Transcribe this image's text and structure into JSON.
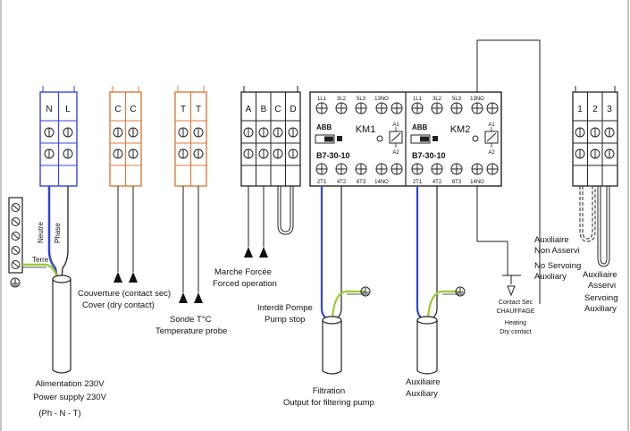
{
  "terminals": {
    "power": [
      "N",
      "L"
    ],
    "cover": [
      "C",
      "C"
    ],
    "temp": [
      "T",
      "T"
    ],
    "control": [
      "A",
      "B",
      "C",
      "D"
    ],
    "aux": [
      "1",
      "2",
      "3"
    ]
  },
  "contactors": {
    "km1": {
      "name": "KM1",
      "brand": "ABB",
      "model": "B7-30-10",
      "top": [
        "1L1",
        "3L2",
        "5L3",
        "13NO"
      ],
      "bottom": [
        "2T1",
        "4T2",
        "6T3",
        "14NO"
      ],
      "a1": "A1",
      "a2": "A2"
    },
    "km2": {
      "name": "KM2",
      "brand": "ABB",
      "model": "B7-30-10",
      "top": [
        "1L1",
        "3L2",
        "5L3",
        "13NO"
      ],
      "bottom": [
        "2T1",
        "4T2",
        "6T3",
        "14NO"
      ],
      "a1": "A1",
      "a2": "A2"
    }
  },
  "wires": {
    "neutre": "Neutre",
    "phase": "Phase",
    "terre": "Terre"
  },
  "labels": {
    "power_fr": "Alimentation 230V",
    "power_en": "Power supply 230V",
    "power_phases": "(Ph - N - T)",
    "cover_fr": "Couverture (contact sec)",
    "cover_en": "Cover (dry contact)",
    "probe_fr": "Sonde T°C",
    "probe_en": "Temperature probe",
    "forced_fr": "Marche Forcée",
    "forced_en": "Forced operation",
    "pumpstop_fr": "Interdit Pompe",
    "pumpstop_en": "Pump stop",
    "filtration_fr": "Filtration",
    "filtration_en": "Output for filtering pump",
    "auxiliary_fr": "Auxiliaire",
    "auxiliary_en": "Auxiliary",
    "heating_fr1": "Contact Sec",
    "heating_fr2": "CHAUFFAGE",
    "heating_en1": "Heating",
    "heating_en2": "Dry contact",
    "aux_nonservo_fr1": "Auxiliaire",
    "aux_nonservo_fr2": "Non Asservi",
    "aux_nonservo_en1": "No Servoing",
    "aux_nonservo_en2": "Auxiliary",
    "aux_servo_fr1": "Auxiliaire",
    "aux_servo_fr2": "Asservi",
    "aux_servo_en1": "Servoing",
    "aux_servo_en2": "Auxiliary"
  },
  "colors": {
    "neutral": "#3344dd",
    "earth": "#99cc33",
    "cover_block": "#e07b39",
    "line": "#222222"
  }
}
